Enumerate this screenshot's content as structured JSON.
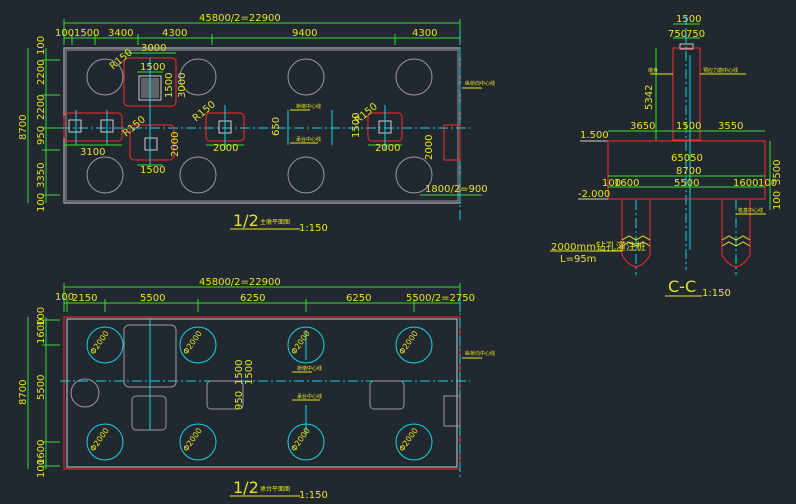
{
  "top_plan": {
    "overall_dim": "45800/2=22900",
    "segment_dims": [
      "100",
      "1500",
      "3400",
      "4300",
      "9400",
      "4300"
    ],
    "dim_3000": "3000",
    "dim_1500_a": "1500",
    "dim_1500_b": "1500",
    "dim_1500_c": "1500",
    "dim_1500_d": "1500",
    "dim_2000_a": "2000",
    "dim_2000_b": "2000",
    "dim_2000_c": "2000",
    "dim_2000_d": "2000",
    "dim_3100": "3100",
    "dim_650": "650",
    "dim_3000_v": "3000",
    "radius_1": "R150",
    "radius_2": "R150",
    "radius_3": "R150",
    "radius_4": "R150",
    "left_dims": [
      "100",
      "2200",
      "2200",
      "950",
      "3350",
      "100"
    ],
    "left_total": "8700",
    "bottom_right": "1800/2=900",
    "note_a": "桥墩中心线",
    "note_b": "承台中心线",
    "note_c": "纵桥向中心线",
    "title": "1/2",
    "title_sub": "主墩平面图",
    "scale": "1:150"
  },
  "bottom_plan": {
    "overall_dim": "45800/2=22900",
    "segment_dims": [
      "100",
      "2150",
      "5500",
      "6250",
      "6250",
      "5500/2=2750"
    ],
    "left_dims": [
      "100",
      "1600",
      "5500",
      "1600",
      "100"
    ],
    "left_total": "8700",
    "pile_labels": [
      "Φ2000",
      "Φ2000",
      "Φ2000",
      "Φ2000",
      "Φ2000",
      "Φ2000",
      "Φ2000",
      "Φ2000"
    ],
    "center_dims": [
      "950",
      "1500",
      "1500"
    ],
    "note_a": "桥墩中心线",
    "note_b": "承台中心线",
    "note_c": "纵桥向中心线",
    "title": "1/2",
    "title_sub": "承台平面图",
    "scale": "1:150"
  },
  "section": {
    "top_dims": [
      "1500",
      "750",
      "750"
    ],
    "dim_5342": "5342",
    "elev_top": "1.500",
    "dims_row": [
      "3650",
      "1500",
      "3550"
    ],
    "dim_65050": "65050",
    "dim_8700": "8700",
    "dims_row2": [
      "100",
      "1600",
      "5500",
      "1600",
      "100"
    ],
    "elev_bottom": "-2.000",
    "dim_3500": "3500",
    "dim_100": "100",
    "pile_note_1": "2000mm钻孔灌注桩",
    "pile_note_2": "L=95m",
    "note_a": "墩身",
    "note_b": "预应力筋中心线",
    "note_c": "桩基中心线",
    "title": "C-C",
    "scale": "1:150"
  }
}
